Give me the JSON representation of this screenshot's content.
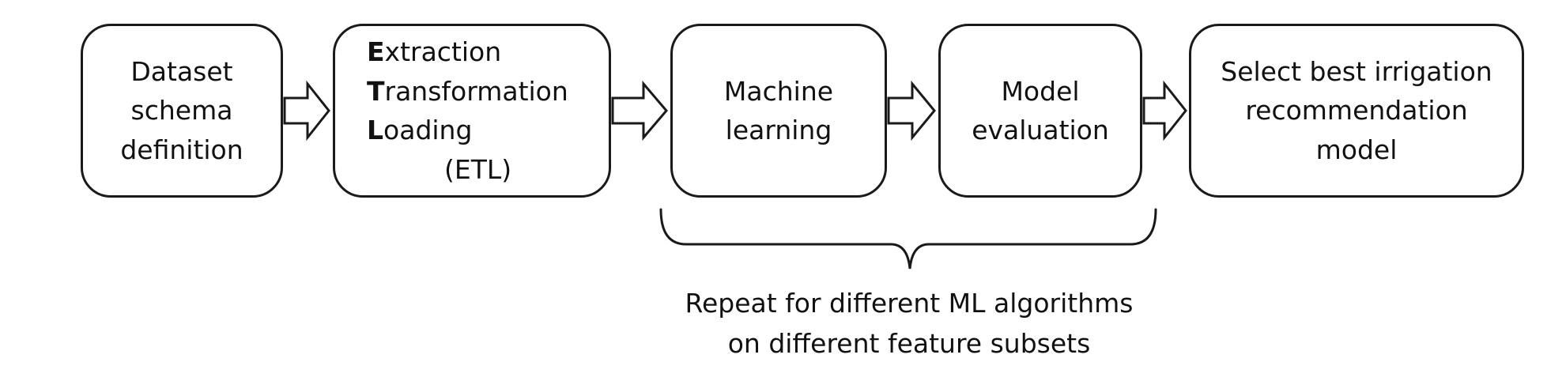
{
  "steps": [
    {
      "lines": [
        "Dataset",
        "schema",
        "definition"
      ]
    },
    {
      "etl": [
        {
          "initial": "E",
          "rest": "xtraction"
        },
        {
          "initial": "T",
          "rest": "ransformation"
        },
        {
          "initial": "L",
          "rest": "oading"
        }
      ],
      "abbr": "(ETL)"
    },
    {
      "lines": [
        "Machine",
        "learning"
      ]
    },
    {
      "lines": [
        "Model",
        "evaluation"
      ]
    },
    {
      "lines": [
        "Select best irrigation",
        "recommendation",
        "model"
      ]
    }
  ],
  "brace_caption": {
    "lines": [
      "Repeat for different ML algorithms",
      "on different feature subsets"
    ]
  },
  "colors": {
    "stroke": "#1a1a1a",
    "text": "#111111",
    "background": "#ffffff"
  }
}
